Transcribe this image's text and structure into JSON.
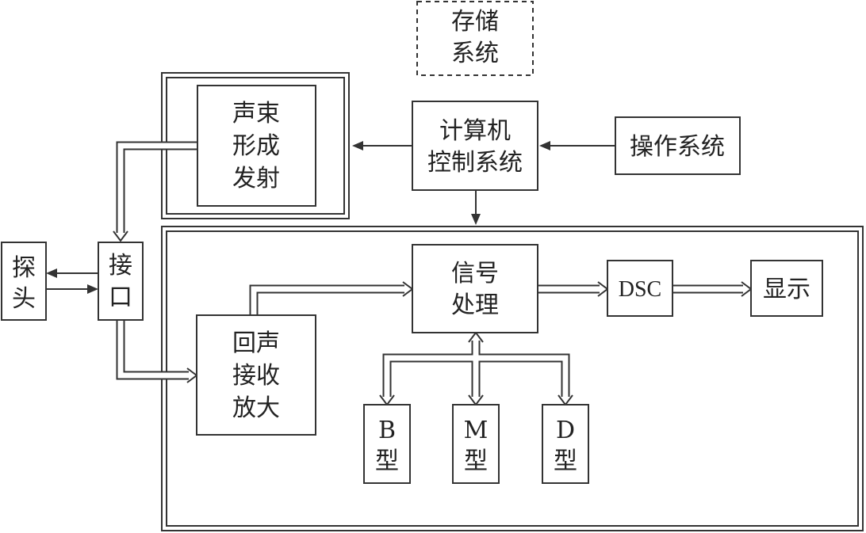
{
  "blocks": {
    "storage": {
      "lines": [
        "存储",
        "系统"
      ]
    },
    "beam": {
      "lines": [
        "声束",
        "形成",
        "发射"
      ]
    },
    "computer": {
      "lines": [
        "计算机",
        "控制系统"
      ]
    },
    "operation": {
      "lines": [
        "操作系统"
      ]
    },
    "probe": {
      "lines": [
        "探",
        "头"
      ]
    },
    "interface": {
      "lines": [
        "接",
        "口"
      ]
    },
    "signal": {
      "lines": [
        "信号",
        "处理"
      ]
    },
    "dsc": {
      "lines": [
        "DSC"
      ]
    },
    "display": {
      "lines": [
        "显示"
      ]
    },
    "echo": {
      "lines": [
        "回声",
        "接收",
        "放大"
      ]
    },
    "b_mode": {
      "lines": [
        "B",
        "型"
      ]
    },
    "m_mode": {
      "lines": [
        "M",
        "型"
      ]
    },
    "d_mode": {
      "lines": [
        "D",
        "型"
      ]
    }
  }
}
